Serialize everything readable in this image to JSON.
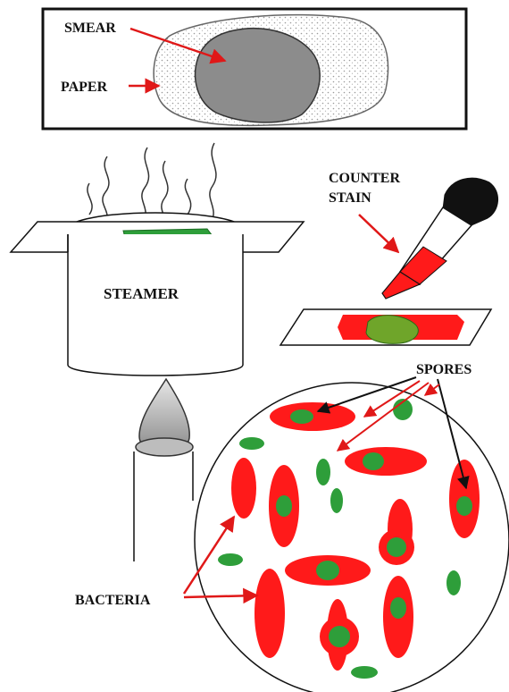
{
  "labels": {
    "smear": "SMEAR",
    "paper": "PAPER",
    "steamer": "STEAMER",
    "counter_stain_1": "COUNTER",
    "counter_stain_2": "STAIN",
    "spores": "SPORES",
    "bacteria": "BACTERIA"
  },
  "colors": {
    "bacteria": "#ff1a1a",
    "spore": "#2e9e3a",
    "smear": "#8c8c8c",
    "dropper_bulb": "#111111",
    "arrow_red": "#e01818",
    "arrow_black": "#111111"
  }
}
